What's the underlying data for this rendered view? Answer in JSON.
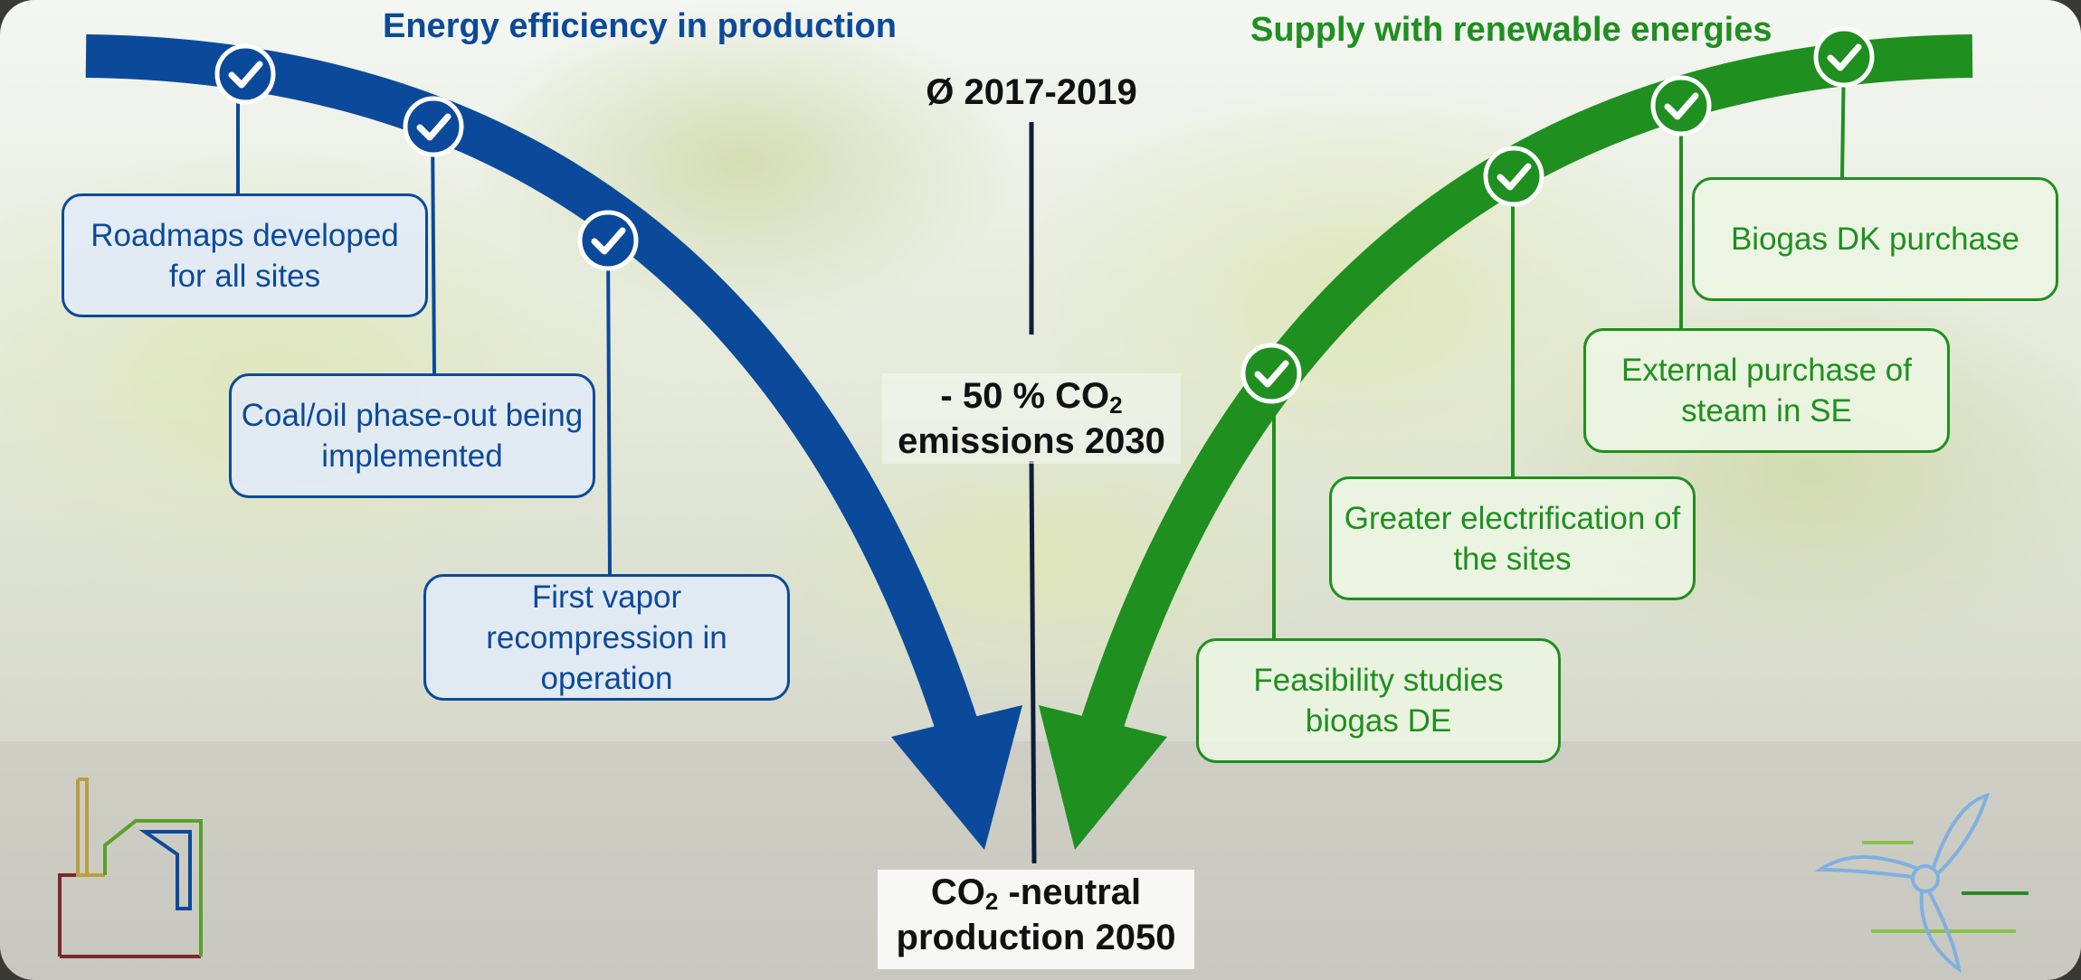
{
  "headings": {
    "left": "Energy efficiency in production",
    "right": "Supply with renewable energies"
  },
  "timeline": {
    "start": "Ø 2017-2019",
    "mid_line1_prefix": "- 50 % CO",
    "mid_line1_sub": "2",
    "mid_line2": "emissions 2030",
    "end_prefix": "CO",
    "end_sub": "2",
    "end_suffix": " -neutral",
    "end_line2": "production 2050"
  },
  "left_measures": [
    {
      "label": "Roadmaps developed for all sites",
      "status": "done"
    },
    {
      "label": "Coal/oil phase-out being implemented",
      "status": "done"
    },
    {
      "label": "First vapor recompression in operation",
      "status": "done"
    }
  ],
  "right_measures": [
    {
      "label": "Feasibility studies biogas DE",
      "status": "done"
    },
    {
      "label": "Greater electrification of the sites",
      "status": "done"
    },
    {
      "label": "External purchase of steam in SE",
      "status": "done"
    },
    {
      "label": "Biogas DK purchase",
      "status": "done"
    }
  ],
  "colors": {
    "blue": "#0b4a9a",
    "green": "#1f8f1f",
    "timeline": "#0d1e3a"
  },
  "icons": {
    "check": "check-circle-icon",
    "factory": "factory-icon",
    "wind_turbine": "wind-turbine-icon"
  }
}
